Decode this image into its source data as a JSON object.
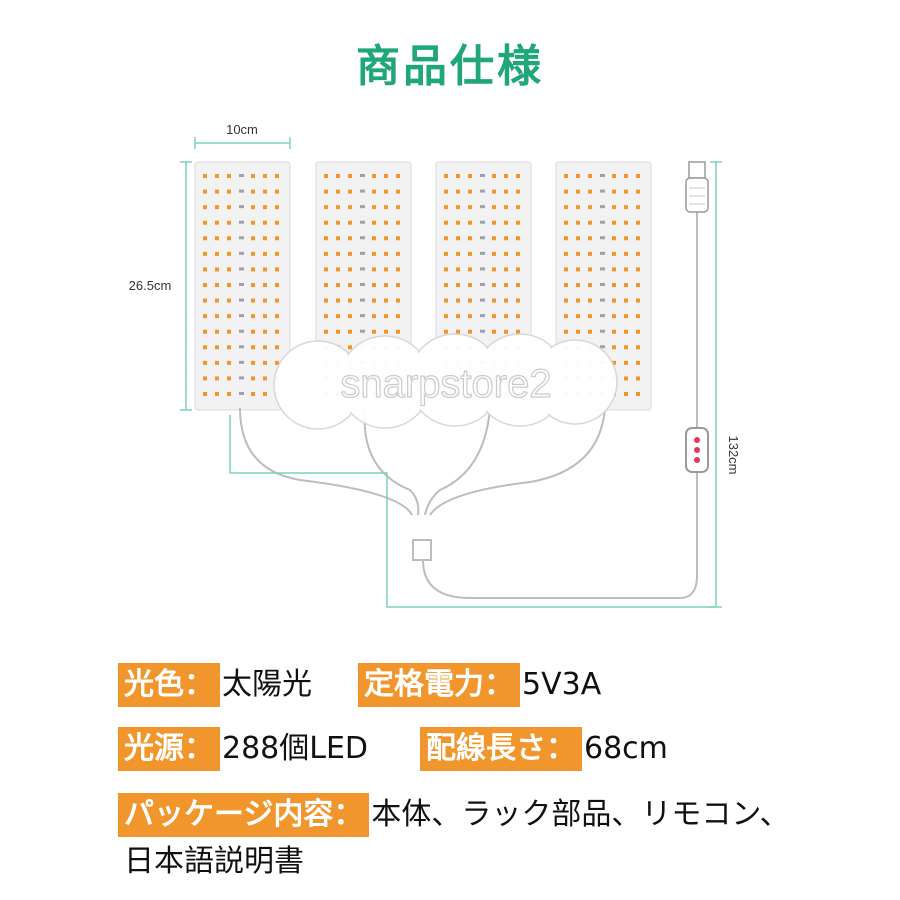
{
  "title": "商品仕様",
  "colors": {
    "title": "#1fa777",
    "label_bg": "#f0962d",
    "dimension_line": "#7ed4b2",
    "led": "#f0962d"
  },
  "dimensions": {
    "width": "10cm",
    "height": "26.5cm",
    "cable": "132cm"
  },
  "watermark": "snarpstore2",
  "panel_count": 4,
  "icons": [
    "led-panel-icon",
    "usb-plug-icon",
    "remote-controller-icon"
  ],
  "specs": {
    "light_color": {
      "label": "光色：",
      "value": "太陽光"
    },
    "rated_power": {
      "label": "定格電力：",
      "value": "5V3A"
    },
    "light_source": {
      "label": "光源：",
      "value": "288個LED"
    },
    "wire_length": {
      "label": "配線長さ：",
      "value": "68cm"
    },
    "package": {
      "label": "パッケージ内容：",
      "value": "本体、ラック部品、リモコン、",
      "value_cont": "日本語説明書"
    }
  }
}
